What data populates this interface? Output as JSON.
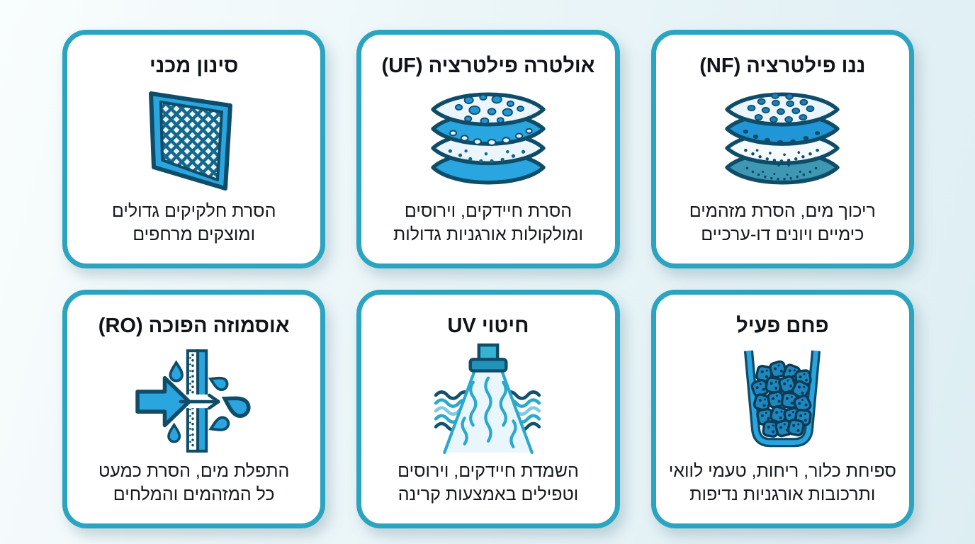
{
  "colors": {
    "accent": "#2BA4BF",
    "card_bg": "#FFFFFF",
    "icon_blue": "#29A5E0",
    "icon_dark": "#0F4C68",
    "icon_teal": "#2BA9CC",
    "icon_light": "#EAF6FC",
    "text": "#101418",
    "background": "#E3F1F6"
  },
  "cards": [
    {
      "id": "mechanical-filtration",
      "title": "סינון מכני",
      "desc": "הסרת חלקיקים גדולים\nומוצקים מרחפים",
      "icon": "mesh-filter-icon"
    },
    {
      "id": "ultrafiltration",
      "title": "אולטרה פילטרציה (UF)",
      "desc": "הסרת חיידקים, וירוסים\nומולקולות אורגניות גדולות",
      "icon": "membrane-layers-icon"
    },
    {
      "id": "nanofiltration",
      "title": "ננו פילטרציה (NF)",
      "desc": "ריכוך מים, הסרת מזהמים\nכימיים ויונים דו-ערכיים",
      "icon": "membrane-layers-dense-icon"
    },
    {
      "id": "reverse-osmosis",
      "title": "אוסמוזה הפוכה (RO)",
      "desc": "התפלת מים, הסרת כמעט\nכל המזהמים והמלחים",
      "icon": "arrow-through-membrane-icon"
    },
    {
      "id": "uv-disinfection",
      "title": "חיטוי UV",
      "desc": "השמדת חיידקים, וירוסים\nוטפילים באמצעות קרינה",
      "icon": "uv-lamp-icon"
    },
    {
      "id": "activated-carbon",
      "title": "פחם פעיל",
      "desc": "ספיחת כלור, ריחות, טעמי לוואי\nותרכובות אורגניות נדיפות",
      "icon": "carbon-granules-icon"
    }
  ]
}
